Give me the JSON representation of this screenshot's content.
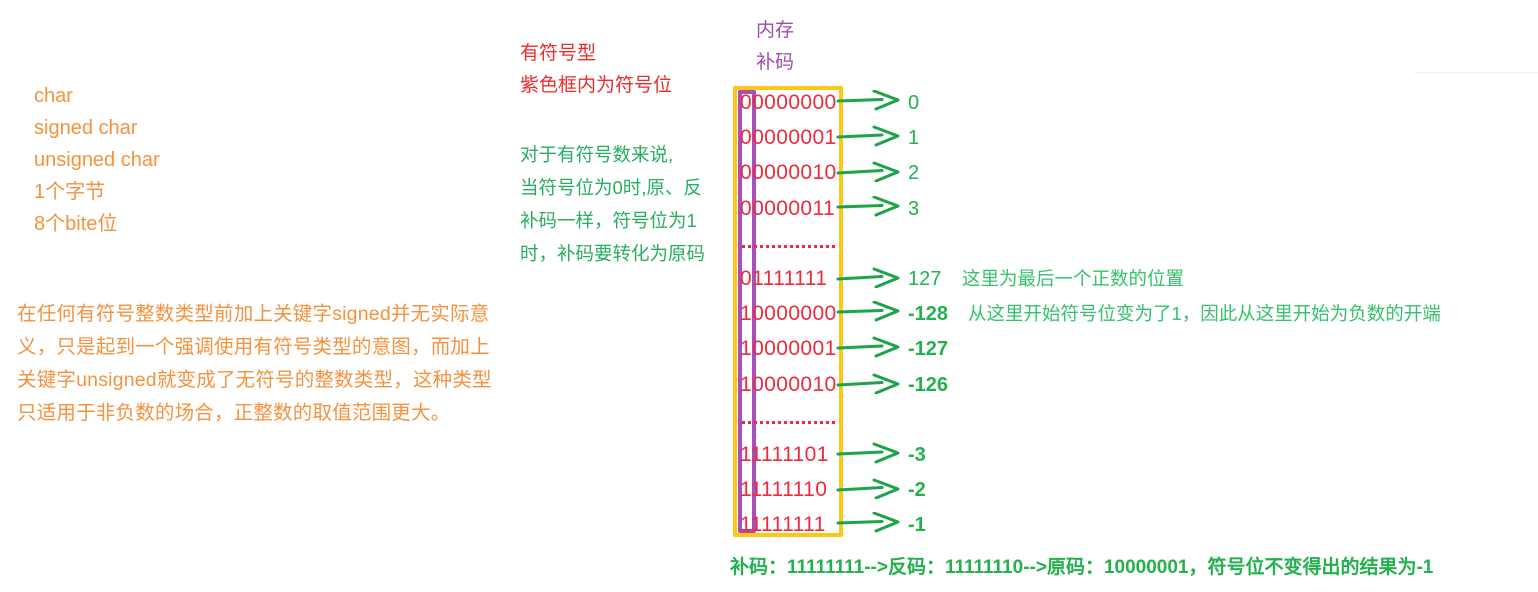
{
  "left_panel": {
    "types": [
      "char",
      "signed char",
      "unsigned char",
      "1个字节",
      "8个bite位"
    ],
    "paragraph": "在任何有符号整数类型前加上关键字signed并无实际意义，只是起到一个强调使用有符号类型的意图，而加上关键字unsigned就变成了无符号的整数类型，这种类型只适用于非负数的场合，正整数的取值范围更大。"
  },
  "red_notes": {
    "lines": [
      "有符号型",
      "紫色框内为符号位"
    ]
  },
  "green_explain": {
    "lines": [
      "对于有符号数来说,",
      "当符号位为0时,原、反",
      "补码一样，符号位为1",
      "时，补码要转化为原码"
    ]
  },
  "memory": {
    "headings": [
      "内存",
      "补码"
    ],
    "rows": [
      {
        "kind": "bits",
        "bits": "00000000",
        "value": "0",
        "negative": false,
        "note": ""
      },
      {
        "kind": "bits",
        "bits": "00000001",
        "value": "1",
        "negative": false,
        "note": ""
      },
      {
        "kind": "bits",
        "bits": "00000010",
        "value": "2",
        "negative": false,
        "note": ""
      },
      {
        "kind": "bits",
        "bits": "00000011",
        "value": "3",
        "negative": false,
        "note": ""
      },
      {
        "kind": "gap",
        "bits": "",
        "value": "",
        "negative": false,
        "note": ""
      },
      {
        "kind": "bits",
        "bits": "01111111",
        "value": "127",
        "negative": false,
        "note": "这里为最后一个正数的位置"
      },
      {
        "kind": "bits",
        "bits": "10000000",
        "value": "-128",
        "negative": true,
        "note": "从这里开始符号位变为了1，因此从这里开始为负数的开端"
      },
      {
        "kind": "bits",
        "bits": "10000001",
        "value": "-127",
        "negative": true,
        "note": ""
      },
      {
        "kind": "bits",
        "bits": "10000010",
        "value": "-126",
        "negative": true,
        "note": ""
      },
      {
        "kind": "gap",
        "bits": "",
        "value": "",
        "negative": false,
        "note": ""
      },
      {
        "kind": "bits",
        "bits": "11111101",
        "value": "-3",
        "negative": true,
        "note": ""
      },
      {
        "kind": "bits",
        "bits": "11111110",
        "value": "-2",
        "negative": true,
        "note": ""
      },
      {
        "kind": "bits",
        "bits": "11111111",
        "value": "-1",
        "negative": true,
        "note": ""
      }
    ]
  },
  "conclusion": "补码：11111111-->反码：11111110-->原码：10000001，符号位不变得出的结果为-1",
  "colors": {
    "orange": "#f5923e",
    "red": "#ee2b2b",
    "green": "#22b14c",
    "purple": "#9b4fa8",
    "yellow_box": "#ffc715",
    "purple_box": "#a94fb5"
  }
}
